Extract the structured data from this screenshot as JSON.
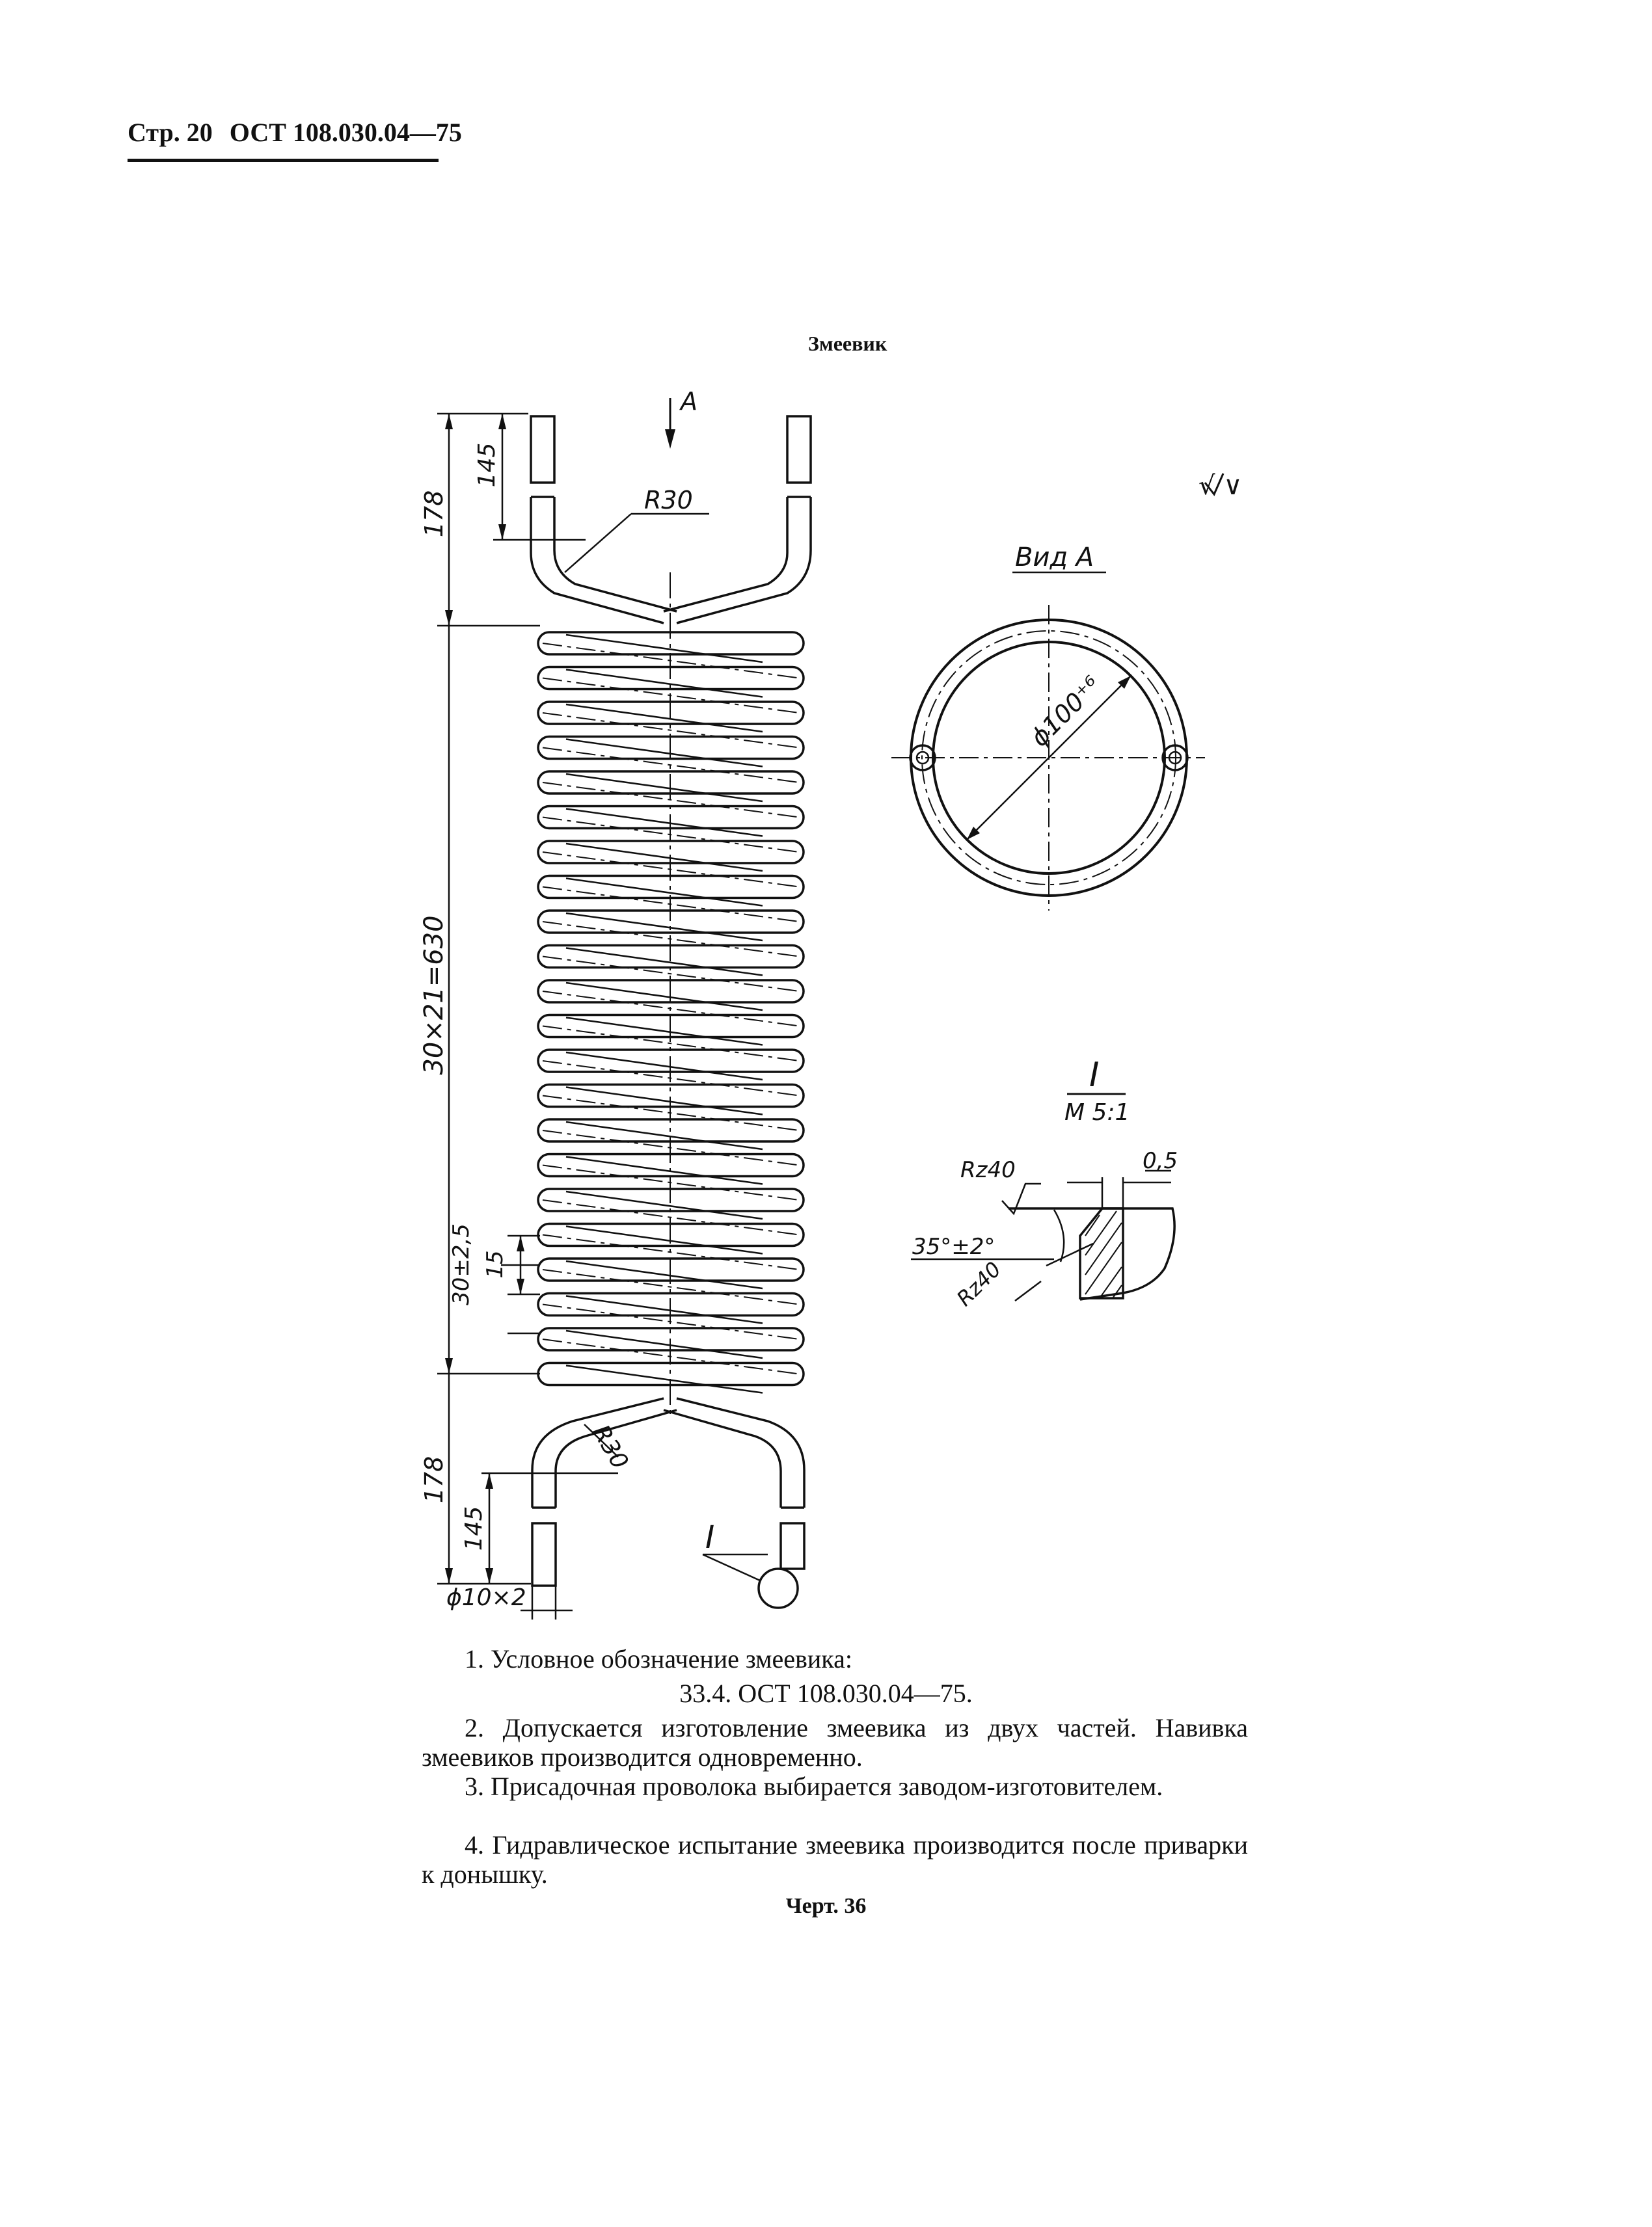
{
  "header": {
    "page": "Стр. 20",
    "standard": "ОСТ 108.030.04—75"
  },
  "drawing": {
    "title": "Змеевик",
    "view_arrow_label": "А",
    "roughness_mark": "√ ∨",
    "dims": {
      "top_length": "178",
      "top_straight": "145",
      "bend_radius_top": "R30",
      "coil_length": "30×21=630",
      "pitch": "30±2,5",
      "gap": "15",
      "bottom_length": "178",
      "bottom_straight": "145",
      "bend_radius_bottom": "R30",
      "tube_size": "ϕ10×2"
    },
    "callout_label": "I",
    "view_a": {
      "title": "Вид А",
      "diameter": "ϕ100⁺⁶"
    },
    "detail": {
      "title": "I",
      "scale": "М 5:1",
      "roughness_top": "Rz40",
      "chamfer_width": "0,5",
      "angle": "35°±2°",
      "roughness_side": "Rz40"
    }
  },
  "notes": {
    "n1": "1. Условное обозначение змеевика:",
    "designation": "33.4. ОСТ 108.030.04—75.",
    "n2": "2. Допускается изготовление змеевика из двух частей. Навивка змеевиков производится одновременно.",
    "n3": "3. Присадочная проволока выбирается заводом-изготовителем.",
    "n4": "4. Гидравлическое испытание змеевика производится после приварки к донышку."
  },
  "caption": "Черт. 36"
}
